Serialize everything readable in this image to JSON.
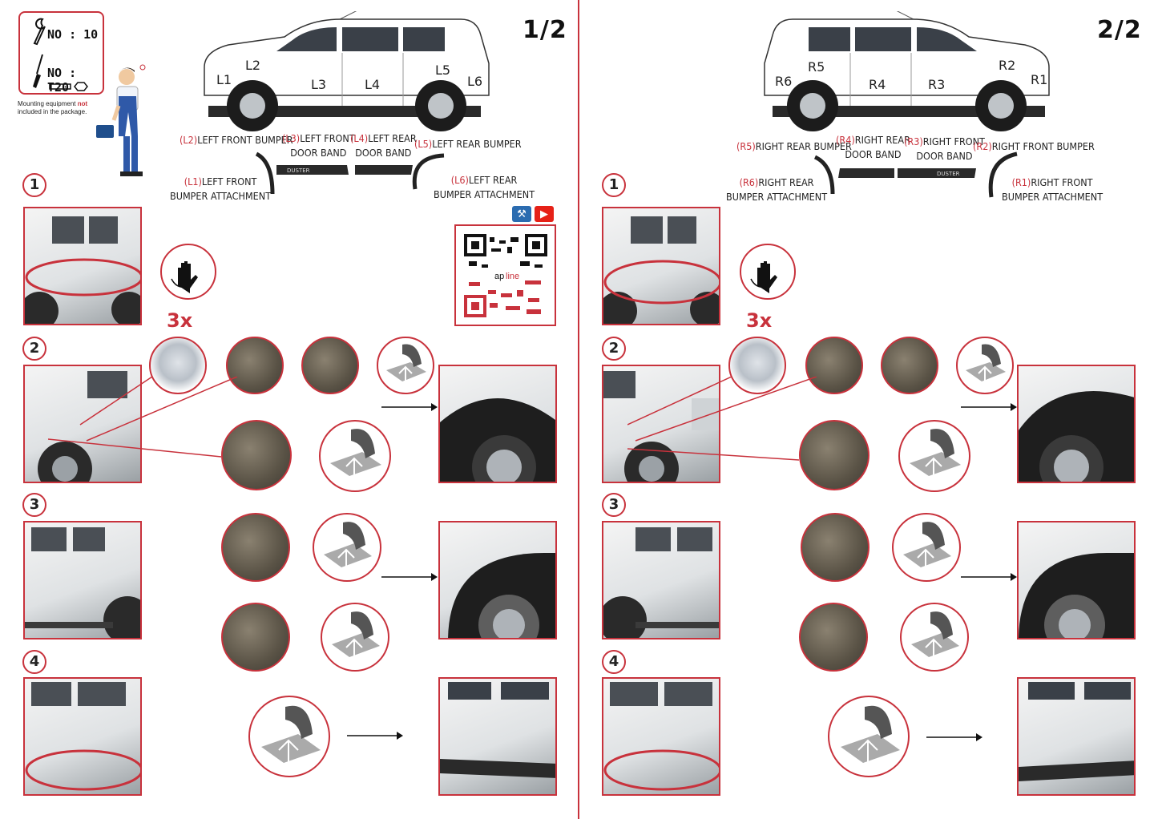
{
  "left_page": {
    "page_number": "1/2",
    "tools": {
      "tool1": "NO : 10",
      "tool2": "NO : T20"
    },
    "note": {
      "before": "Mounting equipment ",
      "emph": "not",
      "after": " included in the package."
    },
    "car_labels": [
      "L1",
      "L2",
      "L3",
      "L4",
      "L5",
      "L6"
    ],
    "parts": [
      {
        "code": "(L2)",
        "name": "LEFT FRONT BUMPER",
        "line2": ""
      },
      {
        "code": "(L3)",
        "name": "LEFT FRONT",
        "line2": "DOOR BAND"
      },
      {
        "code": "(L4)",
        "name": "LEFT REAR",
        "line2": "DOOR BAND"
      },
      {
        "code": "(L5)",
        "name": "LEFT REAR BUMPER",
        "line2": ""
      },
      {
        "code": "(L1)",
        "name": "LEFT FRONT",
        "line2": "BUMPER ATTACHMENT"
      },
      {
        "code": "(L6)",
        "name": "LEFT REAR",
        "line2": "BUMPER ATTACHMENT"
      }
    ],
    "band_text": "DUSTER",
    "qr_text": {
      "a": "ap",
      "b": "line"
    },
    "steps": [
      "1",
      "2",
      "3",
      "4"
    ],
    "x3": "3x"
  },
  "right_page": {
    "page_number": "2/2",
    "car_labels": [
      "R1",
      "R2",
      "R3",
      "R4",
      "R5",
      "R6"
    ],
    "parts": [
      {
        "code": "(R5)",
        "name": "RIGHT REAR BUMPER",
        "line2": ""
      },
      {
        "code": "(R4)",
        "name": "RIGHT REAR",
        "line2": "DOOR BAND"
      },
      {
        "code": "(R3)",
        "name": "RIGHT FRONT",
        "line2": "DOOR BAND"
      },
      {
        "code": "(R2)",
        "name": "RIGHT FRONT BUMPER",
        "line2": ""
      },
      {
        "code": "(R6)",
        "name": "RIGHT REAR",
        "line2": "BUMPER ATTACHMENT"
      },
      {
        "code": "(R1)",
        "name": "RIGHT FRONT",
        "line2": "BUMPER ATTACHMENT"
      }
    ],
    "band_text": "DUSTER",
    "steps": [
      "1",
      "2",
      "3",
      "4"
    ],
    "x3": "3x"
  },
  "colors": {
    "accent": "#c8323c",
    "ink": "#222222",
    "youtube": "#e62117",
    "tool_badge": "#2b6cb0"
  },
  "icons": [
    "wrench-icon",
    "screwdriver-icon",
    "glove-icon",
    "youtube-icon",
    "tools-icon",
    "qr-code-icon",
    "arrow-right-icon",
    "tape-peel-icon"
  ]
}
